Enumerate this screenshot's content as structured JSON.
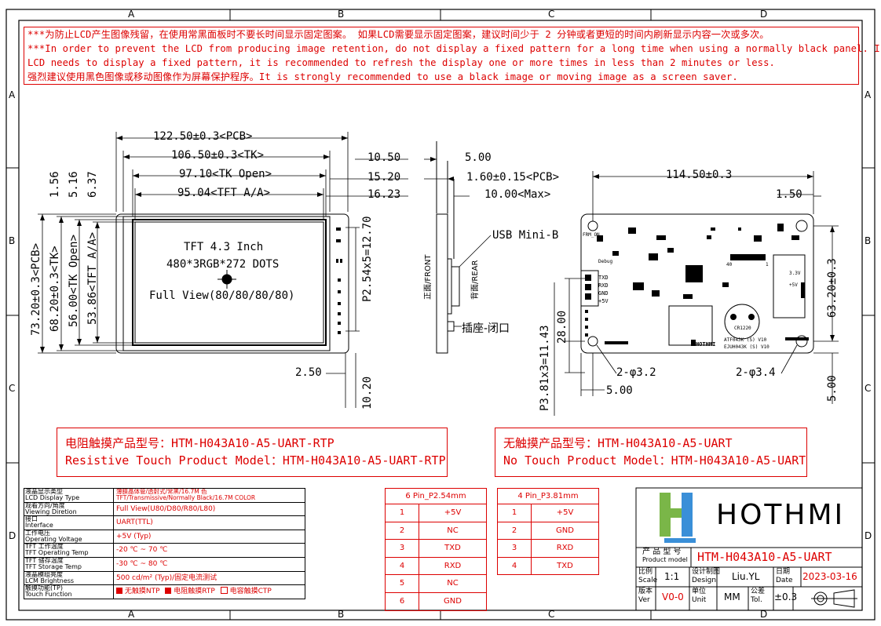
{
  "zones": {
    "cols": [
      "A",
      "B",
      "C",
      "D"
    ],
    "rows": [
      "A",
      "B",
      "C",
      "D"
    ]
  },
  "warning": [
    "***为防止LCD产生图像残留，在使用常黑面板时不要长时间显示固定图案。 如果LCD需要显示固定图案，建议时间少于 2 分钟或者更短的时间内刷新显示内容一次或多次。",
    "***In order to prevent the LCD from producing image retention, do not display a fixed pattern for a long time when using a normally black panel. If the",
    " LCD needs to display a fixed pattern, it is recommended to refresh the display one or more times in less than 2 minutes or less.",
    "强烈建议使用黑色图像或移动图像作为屏幕保护程序。It is strongly recommended to use a black image or moving image as a screen saver."
  ],
  "front": {
    "dims_top": [
      "122.50±0.3<PCB>",
      "106.50±0.3<TK>",
      "97.10<TK Open>",
      "95.04<TFT A/A>"
    ],
    "dims_left": [
      "73.20±0.3<PCB>",
      "68.20±0.3<TK>",
      "56.00<TK Open>",
      "53.86<TFT A/A>"
    ],
    "dims_topleft": [
      "1.56",
      "5.16",
      "6.37"
    ],
    "dims_right": [
      "10.50",
      "15.20",
      "16.23",
      "P2.54x5=12.70",
      "2.50",
      "10.20"
    ],
    "screen_title": "TFT 4.3 Inch",
    "screen_res": "480*3RGB*272 DOTS",
    "screen_view": "Full View(80/80/80/80)"
  },
  "side": {
    "dims": [
      "5.00",
      "1.60±0.15<PCB>",
      "10.00<Max>"
    ],
    "usb": "USB Mini-B",
    "front_label": "正面/FRONT",
    "rear_label": "背面/REAR",
    "socket": "插座-闭口"
  },
  "rear": {
    "dims": [
      "114.50±0.3",
      "1.50",
      "63.20±0.3",
      "28.00",
      "P3.81x3=11.43",
      "2-φ3.2",
      "2-φ3.4",
      "5.00",
      "5.00"
    ],
    "labels": [
      "FRM_ON",
      "TXD",
      "RXD",
      "GND",
      "+5V",
      "Debug",
      "CR1220",
      "ATF043K (S) V10",
      "EJUH043K (S) V10",
      "HOTHMI",
      "40",
      "1",
      "3.3V",
      "+5V"
    ]
  },
  "models": {
    "touch_cn": "电阻触摸产品型号：HTM-H043A10-A5-UART-RTP",
    "touch_en": "Resistive Touch Product Model：HTM-H043A10-A5-UART-RTP",
    "notouch_cn": "无触摸产品型号：HTM-H043A10-A5-UART",
    "notouch_en": "No Touch Product Model：HTM-H043A10-A5-UART"
  },
  "specs": [
    {
      "cn": "液晶显示类型",
      "en": "LCD Display Type",
      "v1": "薄膜晶体管/透射式/常黑/16.7M 色",
      "v2": "TFT/Transmissive/Normally Black/16.7M COLOR"
    },
    {
      "cn": "观看方向/角度",
      "en": "Viewing Diretion",
      "v1": "Full View(U80/D80/R80/L80)",
      "v2": ""
    },
    {
      "cn": "接口",
      "en": "Interface",
      "v1": "UART(TTL)",
      "v2": ""
    },
    {
      "cn": "工作电压",
      "en": "Operating Voltage",
      "v1": "+5V (Typ)",
      "v2": ""
    },
    {
      "cn": "TFT 工作温度",
      "en": "TFT Operating Temp",
      "v1": "-20 ℃ ~ 70 ℃",
      "v2": ""
    },
    {
      "cn": "TFT 储存温度",
      "en": "TFT Storage Temp",
      "v1": "-30 ℃ ~ 80 ℃",
      "v2": ""
    },
    {
      "cn": "液晶模组亮度",
      "en": "LCM Brightness",
      "v1": "500 cd/m² (Typ)/固定电流测试",
      "v2": ""
    },
    {
      "cn": "触摸功能(TP)",
      "en": "Touch Function",
      "v1": "",
      "v2": ""
    }
  ],
  "touch_options": [
    "无触摸NTP",
    "电阻触摸RTP",
    "电容触摸CTP"
  ],
  "pin6": {
    "title": "6 Pin_P2.54mm",
    "rows": [
      [
        "1",
        "+5V"
      ],
      [
        "2",
        "NC"
      ],
      [
        "3",
        "TXD"
      ],
      [
        "4",
        "RXD"
      ],
      [
        "5",
        "NC"
      ],
      [
        "6",
        "GND"
      ]
    ]
  },
  "pin4": {
    "title": "4 Pin_P3.81mm",
    "rows": [
      [
        "1",
        "+5V"
      ],
      [
        "2",
        "GND"
      ],
      [
        "3",
        "RXD"
      ],
      [
        "4",
        "TXD"
      ]
    ]
  },
  "titleblock": {
    "logo": "HOTHMI",
    "model_label_cn": "产 品 型 号",
    "model_label_en": "Product model",
    "model": "HTM-H043A10-A5-UART",
    "scale_cn": "比例",
    "scale_en": "Scale",
    "scale": "1:1",
    "design_cn": "设计制图",
    "design_en": "Design",
    "design": "Liu.YL",
    "date_cn": "日期",
    "date_en": "Date",
    "date": "2023-03-16",
    "ver_cn": "版本",
    "ver_en": "Ver",
    "ver": "V0-0",
    "unit_cn": "单位",
    "unit_en": "Unit",
    "unit": "MM",
    "tol_cn": "公差",
    "tol_en": "Tol.",
    "tol": "±0.3"
  }
}
